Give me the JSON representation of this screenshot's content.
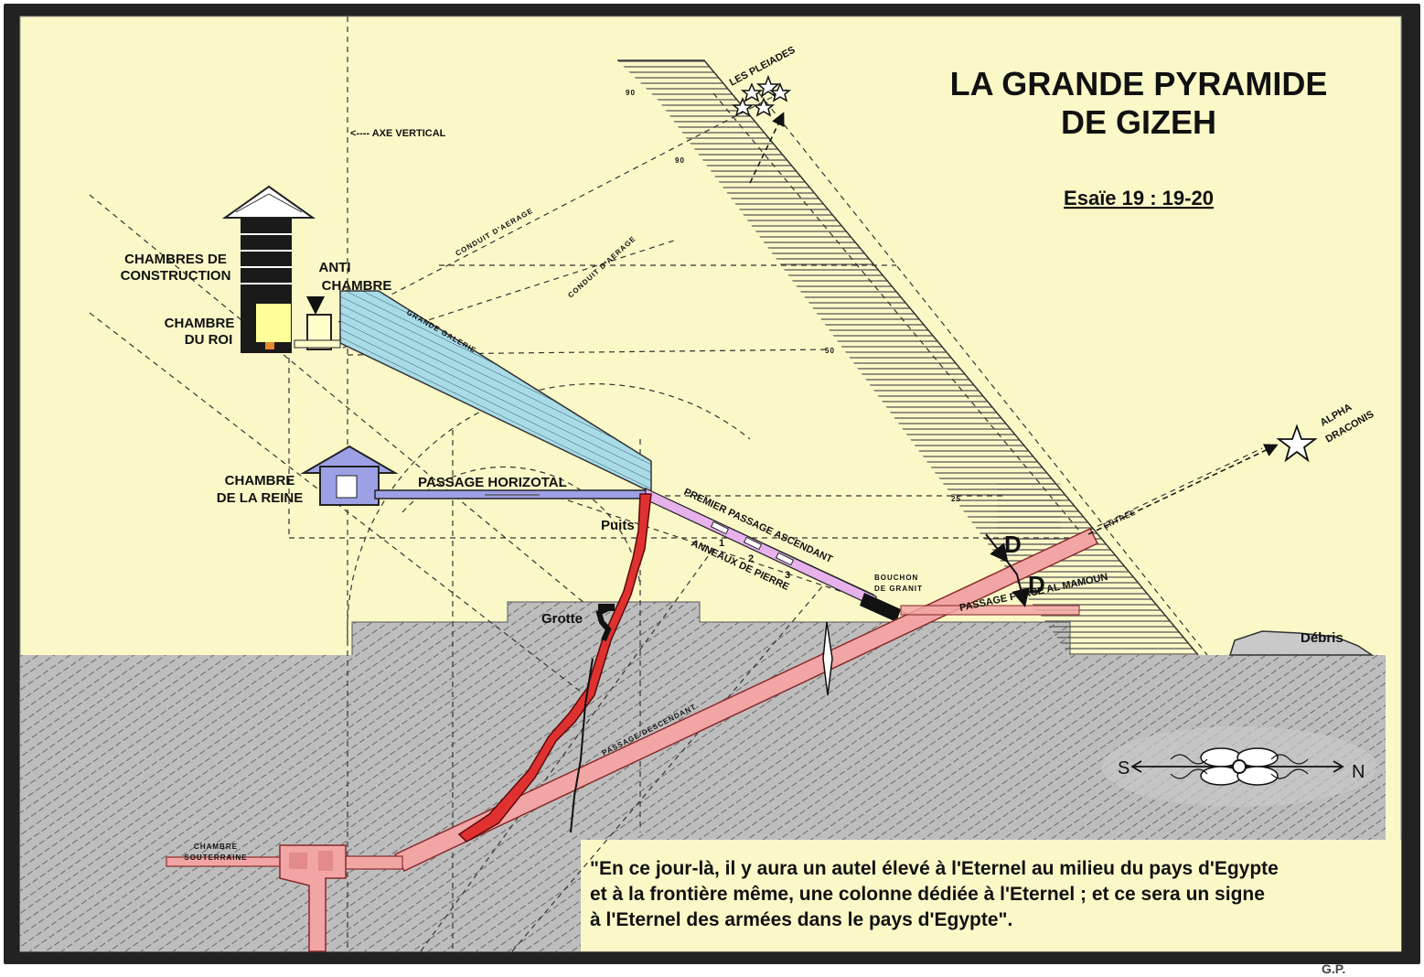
{
  "title": {
    "line1": "LA GRANDE PYRAMIDE",
    "line2": "DE GIZEH"
  },
  "reference": "Esaïe 19 : 19-20",
  "labels": {
    "axe_vertical": "<---- AXE VERTICAL",
    "chambres_construction_1": "CHAMBRES DE",
    "chambres_construction_2": "CONSTRUCTION",
    "anti_chambre_1": "ANTI",
    "anti_chambre_2": "CHAMBRE",
    "chambre_roi_1": "CHAMBRE",
    "chambre_roi_2": "DU ROI",
    "chambre_reine_1": "CHAMBRE",
    "chambre_reine_2": "DE LA REINE",
    "passage_horizontal": "PASSAGE HORIZOTAL",
    "grande_galerie": "GRANDE GALERIE",
    "conduit_aerage_1": "CONDUIT D'AERAGE",
    "conduit_aerage_2": "CONDUIT D'AERAGE",
    "premier_passage": "PREMIER PASSAGE ASCENDANT",
    "anneaux": "ANNEAUX DE PIERRE",
    "ring_1": "1",
    "ring_2": "2",
    "ring_3": "3",
    "puits": "Puits",
    "grotte": "Grotte",
    "bouchon_1": "BOUCHON",
    "bouchon_2": "DE GRANIT",
    "passage_force": "PASSAGE FORCE AL MAMOUN",
    "entree": "ENTREE",
    "debris": "Débris",
    "passage_descendant": "PASSAGE DESCENDANT",
    "chambre_souterraine_1": "CHAMBRE",
    "chambre_souterraine_2": "SOUTERRAINE",
    "les_pleiades": "LES PLEIADES",
    "alpha_draconis_1": "ALPHA",
    "alpha_draconis_2": "DRACONIS",
    "d_upper": "D",
    "d_lower": "D",
    "scale_90a": "90",
    "scale_90b": "90",
    "scale_50": "50",
    "scale_25": "25",
    "compass_s": "S",
    "compass_n": "N",
    "signature": "G.P."
  },
  "quote": [
    "\"En ce jour-là, il y aura un autel élevé à l'Eternel au milieu du pays d'Egypte",
    "et à la frontière même, une colonne dédiée à l'Eternel ; et ce sera un signe",
    "à l'Eternel des armées dans le pays d'Egypte\"."
  ],
  "colors": {
    "paper": "#fbf8c8",
    "ground": "#b9b9b9",
    "gallery": "#a9dbe7",
    "queen_chamber": "#9ea0e6",
    "ascending_passage": "#e7b1ec",
    "descending_passage": "#f2a5a5",
    "well": "#e03131",
    "king_chamber": "#ffff99"
  }
}
